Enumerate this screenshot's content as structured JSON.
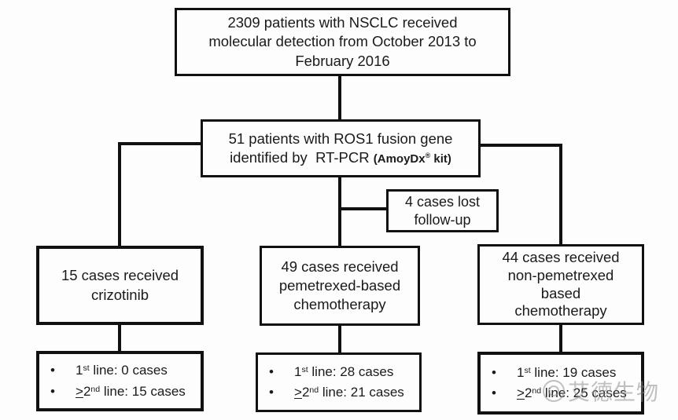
{
  "flowchart": {
    "box_top": {
      "lines": [
        "2309 patients with NSCLC received",
        "molecular detection from October 2013 to",
        "February 2016"
      ]
    },
    "box_ros1": {
      "line1": "51 patients with ROS1 fusion gene",
      "line2_main": "identified by  RT-PCR ",
      "kit_pre": "(AmoyDx",
      "kit_sup": "®",
      "kit_post": " kit)"
    },
    "box_lost": {
      "lines": [
        "4 cases lost",
        "follow-up"
      ]
    },
    "box_crizotinib": {
      "lines": [
        "15 cases received",
        "crizotinib"
      ]
    },
    "box_pemetrexed": {
      "lines": [
        "49 cases received",
        "pemetrexed-based",
        "chemotherapy"
      ]
    },
    "box_nonpemetrexed": {
      "lines": [
        "44 cases received",
        "non-pemetrexed",
        "based",
        "chemotherapy"
      ]
    },
    "outcomes_crizotinib": {
      "bullets": [
        {
          "geq": "",
          "num": "1",
          "sup": "st",
          "rest": " line: 0 cases"
        },
        {
          "geq": ">",
          "num": "2",
          "sup": "nd",
          "rest": " line: 15 cases"
        }
      ]
    },
    "outcomes_pemetrexed": {
      "bullets": [
        {
          "geq": "",
          "num": "1",
          "sup": "st",
          "rest": " line: 28 cases"
        },
        {
          "geq": ">",
          "num": "2",
          "sup": "nd",
          "rest": " line: 21 cases"
        }
      ]
    },
    "outcomes_nonpemetrexed": {
      "bullets": [
        {
          "geq": "",
          "num": "1",
          "sup": "st",
          "rest": " line: 19 cases"
        },
        {
          "geq": ">",
          "num": "2",
          "sup": "nd",
          "rest": " line: 25 cases"
        }
      ]
    }
  },
  "watermark": {
    "text": "艾德生物"
  },
  "ui": {
    "bullet_char": "•"
  },
  "colors": {
    "line": "#111111",
    "text": "#1a1a1a",
    "background": "#fdfdfd",
    "watermark": "#8f8f8f"
  }
}
